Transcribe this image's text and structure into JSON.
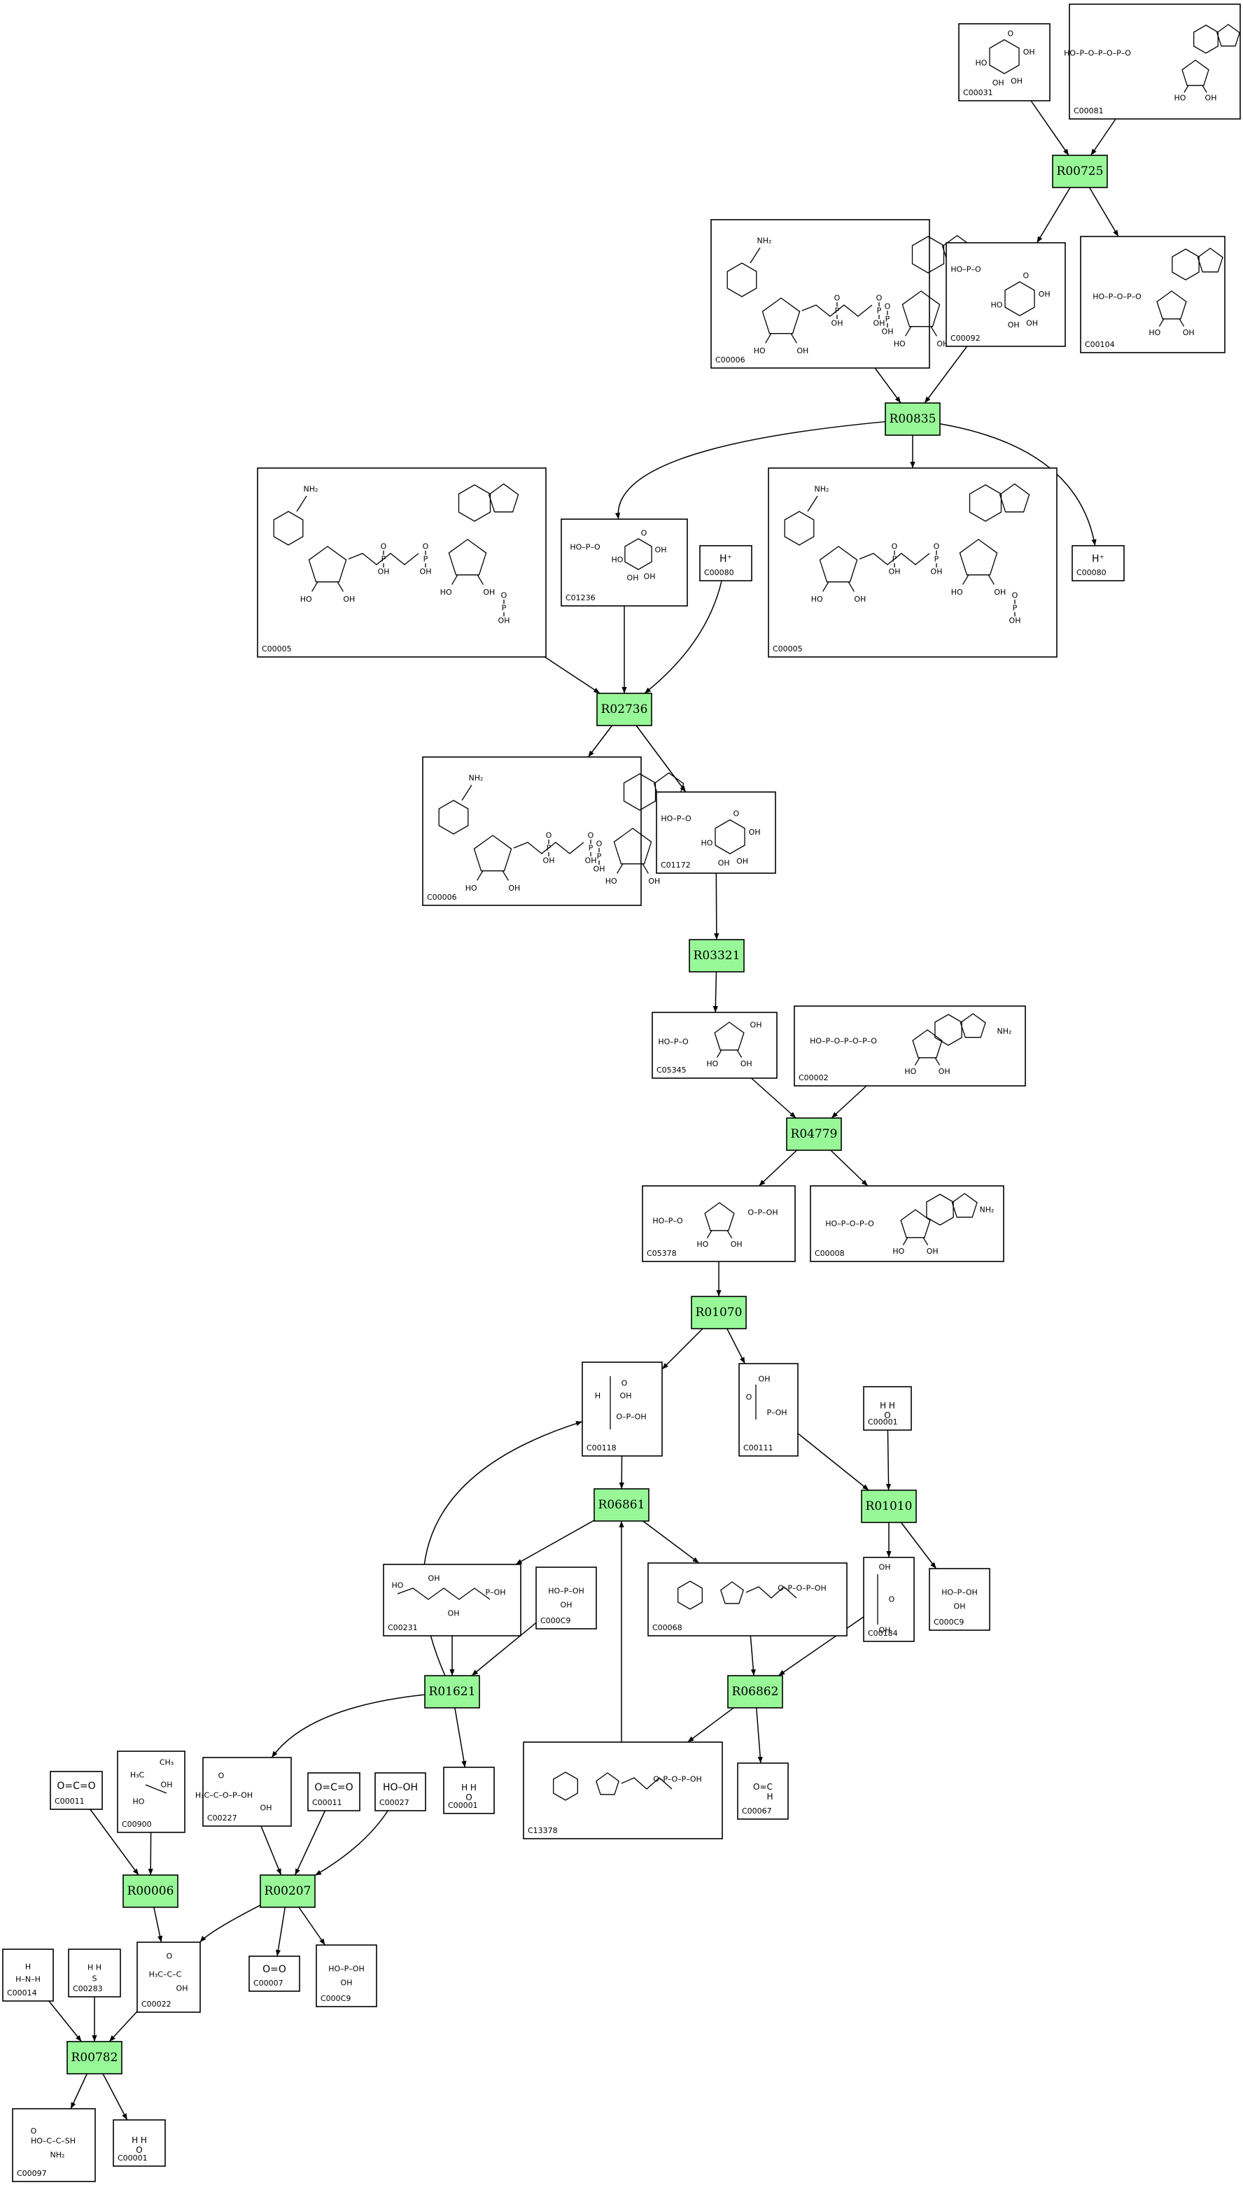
{
  "compounds": [
    {
      "id": "C00031",
      "label": "C00031"
    },
    {
      "id": "C00081",
      "label": "C00081"
    },
    {
      "id": "C00006a",
      "label": "C00006"
    },
    {
      "id": "C00092",
      "label": "C00092"
    },
    {
      "id": "C00104",
      "label": "C00104"
    },
    {
      "id": "C00005a",
      "label": "C00005",
      "formula": "",
      "art": "nadph"
    },
    {
      "id": "C01236",
      "label": "C01236"
    },
    {
      "id": "C00080a",
      "label": "C00080",
      "formula": "H⁺"
    },
    {
      "id": "C00005b",
      "label": "C00005",
      "art": "nadph"
    },
    {
      "id": "C00080b",
      "label": "C00080",
      "formula": "H⁺"
    },
    {
      "id": "C00006b",
      "label": "C00006"
    },
    {
      "id": "C01172",
      "label": "C01172"
    },
    {
      "id": "C05345",
      "label": "C05345"
    },
    {
      "id": "C00002",
      "label": "C00002"
    },
    {
      "id": "C05378",
      "label": "C05378"
    },
    {
      "id": "C00008",
      "label": "C00008"
    },
    {
      "id": "C00118",
      "label": "C00118"
    },
    {
      "id": "C00111",
      "label": "C00111"
    },
    {
      "id": "C00001a",
      "label": "C00001"
    },
    {
      "id": "C00231",
      "label": "C00231"
    },
    {
      "id": "C00009a",
      "label": "C000C9"
    },
    {
      "id": "C00068",
      "label": "C00068"
    },
    {
      "id": "C00184",
      "label": "C00184"
    },
    {
      "id": "C00009b",
      "label": "C000C9"
    },
    {
      "id": "C00001b",
      "label": "C00001"
    },
    {
      "id": "C13378",
      "label": "C13378"
    },
    {
      "id": "C00067",
      "label": "C00067"
    },
    {
      "id": "C00011a",
      "label": "C00011",
      "formula": "O=C=O"
    },
    {
      "id": "C00900",
      "label": "C00900"
    },
    {
      "id": "C00227",
      "label": "C00227"
    },
    {
      "id": "C00011b",
      "label": "C00011",
      "formula": "O=C=O"
    },
    {
      "id": "C00027",
      "label": "C00027",
      "formula": "HO–OH"
    },
    {
      "id": "C00014",
      "label": "C00014"
    },
    {
      "id": "C00283",
      "label": "C00283"
    },
    {
      "id": "C00022",
      "label": "C00022"
    },
    {
      "id": "C00007",
      "label": "C00007",
      "formula": "O=O"
    },
    {
      "id": "C00009c",
      "label": "C000C9"
    },
    {
      "id": "C00097",
      "label": "C00097"
    },
    {
      "id": "C00001c",
      "label": "C00001"
    }
  ],
  "reactions": [
    {
      "id": "R00725",
      "label": "R00725"
    },
    {
      "id": "R00835",
      "label": "R00835"
    },
    {
      "id": "R02736",
      "label": "R02736"
    },
    {
      "id": "R03321",
      "label": "R03321"
    },
    {
      "id": "R04779",
      "label": "R04779"
    },
    {
      "id": "R01070",
      "label": "R01070"
    },
    {
      "id": "R06861",
      "label": "R06861"
    },
    {
      "id": "R01010",
      "label": "R01010"
    },
    {
      "id": "R01621",
      "label": "R01621"
    },
    {
      "id": "R06862",
      "label": "R06862"
    },
    {
      "id": "R00006",
      "label": "R00006"
    },
    {
      "id": "R00207",
      "label": "R00207"
    },
    {
      "id": "R00782",
      "label": "R00782"
    }
  ],
  "edges": [
    [
      "C00031",
      "R00725"
    ],
    [
      "C00081",
      "R00725"
    ],
    [
      "R00725",
      "C00092"
    ],
    [
      "R00725",
      "C00104"
    ],
    [
      "C00006a",
      "R00835"
    ],
    [
      "C00092",
      "R00835"
    ],
    [
      "R00835",
      "C01236"
    ],
    [
      "R00835",
      "C00005b"
    ],
    [
      "R00835",
      "C00080b"
    ],
    [
      "C00005a",
      "R02736"
    ],
    [
      "C01236",
      "R02736"
    ],
    [
      "C00080a",
      "R02736"
    ],
    [
      "R02736",
      "C00006b"
    ],
    [
      "R02736",
      "C01172"
    ],
    [
      "C01172",
      "R03321"
    ],
    [
      "R03321",
      "C05345"
    ],
    [
      "C05345",
      "R04779"
    ],
    [
      "C00002",
      "R04779"
    ],
    [
      "R04779",
      "C05378"
    ],
    [
      "R04779",
      "C00008"
    ],
    [
      "C05378",
      "R01070"
    ],
    [
      "R01070",
      "C00118"
    ],
    [
      "R01070",
      "C00111"
    ],
    [
      "C00118",
      "R06861"
    ],
    [
      "R06861",
      "C00231"
    ],
    [
      "R06861",
      "C00068"
    ],
    [
      "C00111",
      "R01010"
    ],
    [
      "C00001a",
      "R01010"
    ],
    [
      "R01010",
      "C00184"
    ],
    [
      "R01010",
      "C00009b"
    ],
    [
      "C00231",
      "R01621"
    ],
    [
      "C00009a",
      "R01621"
    ],
    [
      "R01621",
      "C00118"
    ],
    [
      "R01621",
      "C00227"
    ],
    [
      "R01621",
      "C00001b"
    ],
    [
      "C00068",
      "R06862"
    ],
    [
      "C00184",
      "R06862"
    ],
    [
      "R06862",
      "C13378"
    ],
    [
      "R06862",
      "C00067"
    ],
    [
      "C13378",
      "R06861"
    ],
    [
      "C00011a",
      "R00006"
    ],
    [
      "C00900",
      "R00006"
    ],
    [
      "C00227",
      "R00207"
    ],
    [
      "C00011b",
      "R00207"
    ],
    [
      "C00027",
      "R00207"
    ],
    [
      "R00006",
      "C00022"
    ],
    [
      "R00207",
      "C00022"
    ],
    [
      "R00207",
      "C00007"
    ],
    [
      "R00207",
      "C00009c"
    ],
    [
      "C00014",
      "R00782"
    ],
    [
      "C00283",
      "R00782"
    ],
    [
      "C00022",
      "R00782"
    ],
    [
      "R00782",
      "C00097"
    ],
    [
      "R00782",
      "C00001c"
    ]
  ]
}
